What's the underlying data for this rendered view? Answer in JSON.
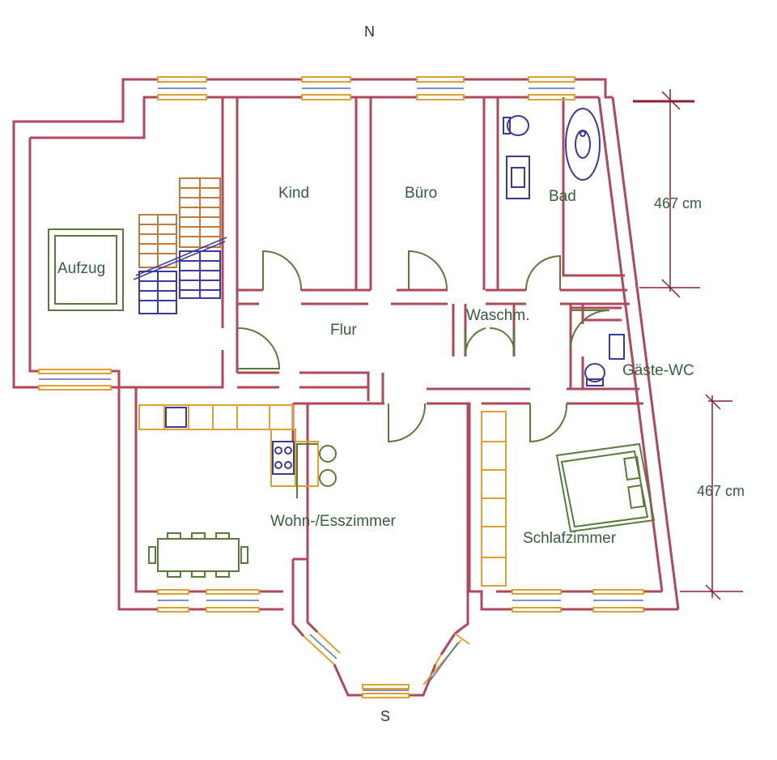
{
  "compass": {
    "north": "N",
    "south": "S"
  },
  "rooms": {
    "aufzug": "Aufzug",
    "kind": "Kind",
    "buero": "Büro",
    "bad": "Bad",
    "flur": "Flur",
    "waschm": "Waschm.",
    "gaeste_wc": "Gäste-WC",
    "wohnen": "Wohn-/Esszimmer",
    "schlafen": "Schlafzimmer"
  },
  "dimensions": {
    "upper": "467 cm",
    "lower": "467 cm"
  },
  "colors": {
    "wall": "#b0475a",
    "window": "#e0a030",
    "glass": "#5a6cb0",
    "door": "#5a7a3a",
    "stairs_upper": "#c07a3a",
    "stairs_lower": "#3a3aa0",
    "cabinet": "#e0a030",
    "fixture": "#3a3a9a",
    "dimension": "#8a2030",
    "text": "#355e3b"
  }
}
